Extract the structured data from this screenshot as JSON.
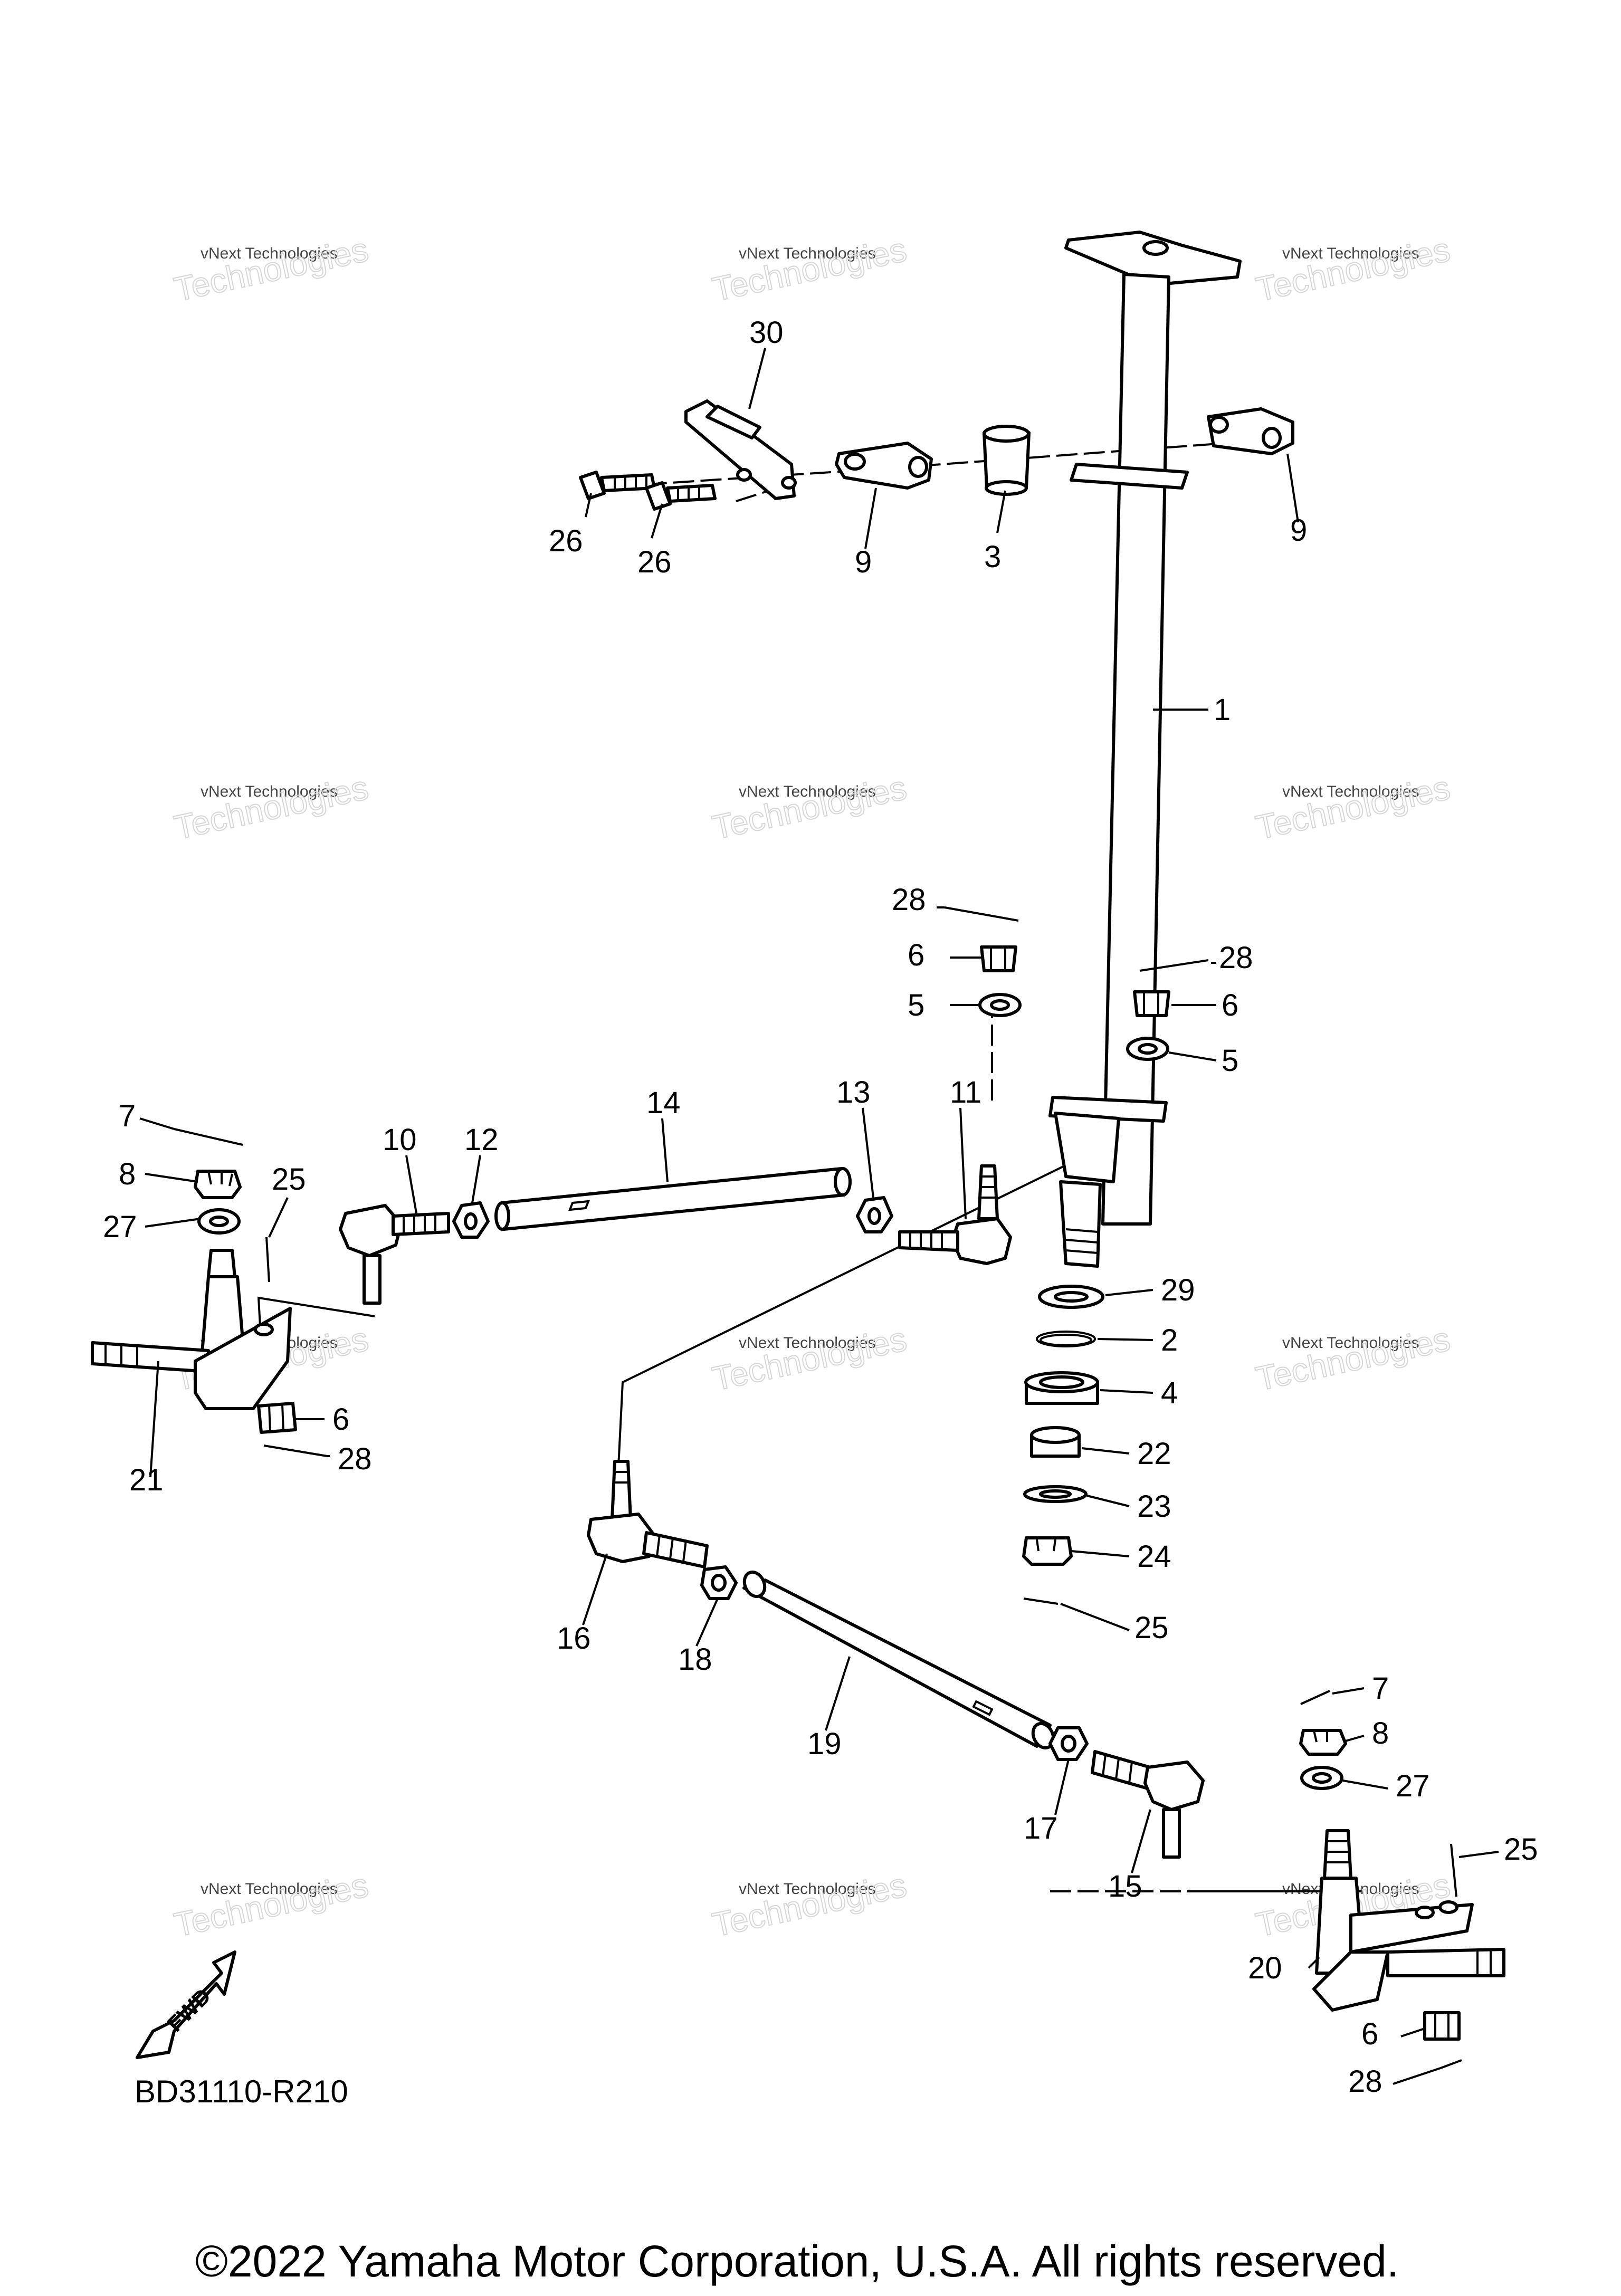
{
  "diagram": {
    "drawing_code": "BD31110-R210",
    "copyright": "©2022 Yamaha Motor Corporation, U.S.A. All rights reserved.",
    "fwd_label": "FWD",
    "watermark": {
      "line1": "vNext Technologies",
      "line2": "Technologies"
    },
    "callouts": [
      {
        "id": "c30",
        "label": "30"
      },
      {
        "id": "c26a",
        "label": "26"
      },
      {
        "id": "c26b",
        "label": "26"
      },
      {
        "id": "c9a",
        "label": "9"
      },
      {
        "id": "c3",
        "label": "3"
      },
      {
        "id": "c9b",
        "label": "9"
      },
      {
        "id": "c1",
        "label": "1"
      },
      {
        "id": "c28a",
        "label": "28"
      },
      {
        "id": "c6a",
        "label": "6"
      },
      {
        "id": "c5a",
        "label": "5"
      },
      {
        "id": "c28b",
        "label": "28"
      },
      {
        "id": "c6b",
        "label": "6"
      },
      {
        "id": "c5b",
        "label": "5"
      },
      {
        "id": "c14",
        "label": "14"
      },
      {
        "id": "c13",
        "label": "13"
      },
      {
        "id": "c11",
        "label": "11"
      },
      {
        "id": "c7a",
        "label": "7"
      },
      {
        "id": "c10",
        "label": "10"
      },
      {
        "id": "c12",
        "label": "12"
      },
      {
        "id": "c8a",
        "label": "8"
      },
      {
        "id": "c25a",
        "label": "25"
      },
      {
        "id": "c27a",
        "label": "27"
      },
      {
        "id": "c29",
        "label": "29"
      },
      {
        "id": "c2",
        "label": "2"
      },
      {
        "id": "c4",
        "label": "4"
      },
      {
        "id": "c6c",
        "label": "6"
      },
      {
        "id": "c28c",
        "label": "28"
      },
      {
        "id": "c21",
        "label": "21"
      },
      {
        "id": "c22",
        "label": "22"
      },
      {
        "id": "c23",
        "label": "23"
      },
      {
        "id": "c24",
        "label": "24"
      },
      {
        "id": "c25b",
        "label": "25"
      },
      {
        "id": "c16",
        "label": "16"
      },
      {
        "id": "c18",
        "label": "18"
      },
      {
        "id": "c19",
        "label": "19"
      },
      {
        "id": "c7b",
        "label": "7"
      },
      {
        "id": "c8b",
        "label": "8"
      },
      {
        "id": "c27b",
        "label": "27"
      },
      {
        "id": "c17",
        "label": "17"
      },
      {
        "id": "c15",
        "label": "15"
      },
      {
        "id": "c25c",
        "label": "25"
      },
      {
        "id": "c20",
        "label": "20"
      },
      {
        "id": "c6d",
        "label": "6"
      },
      {
        "id": "c28d",
        "label": "28"
      }
    ]
  }
}
